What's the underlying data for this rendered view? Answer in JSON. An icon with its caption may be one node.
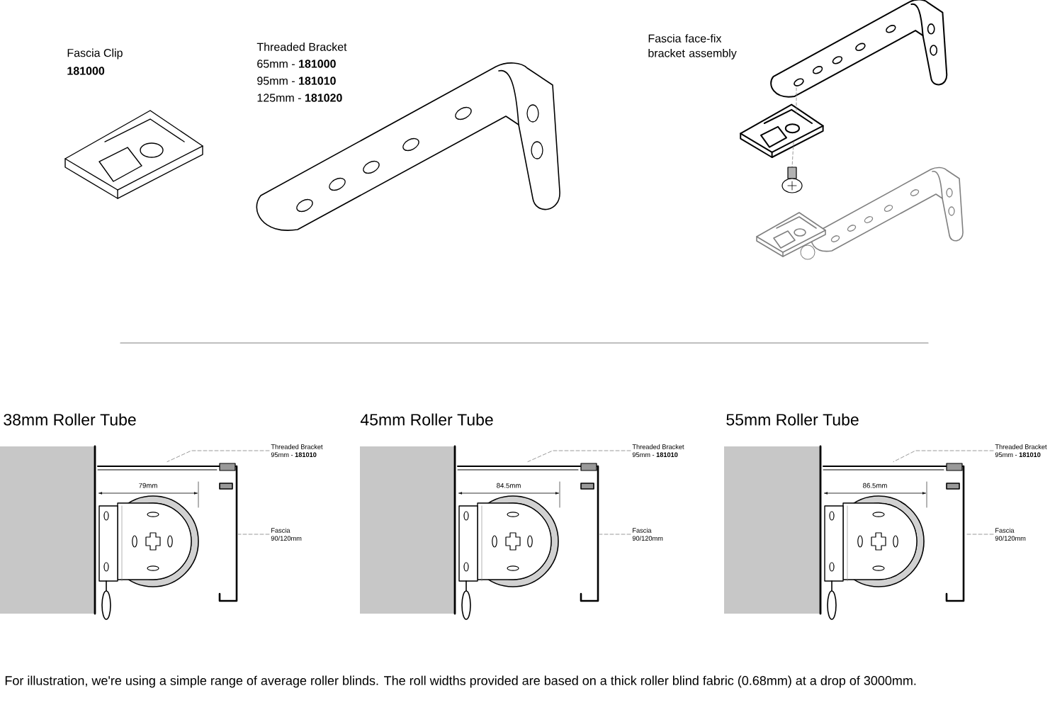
{
  "diagram": {
    "nodes": [
      {
        "text": [
          "Threaded Bracket",
          "95mm - **181010**"
        ]
      },
      {
        "text": [],
        "shape": "bar"
      },
      {
        "text": [
          "Fascia",
          "90/120mm"
        ]
      },
      {
        "text": [],
        "shape": "bar"
      },
      {
        "text": [
          "Threaded Bracket",
          "95mm - **181010**"
        ]
      },
      {
        "text": [],
        "shape": "bar"
      },
      {
        "text": [
          "Fascia",
          "90/120mm"
        ]
      },
      {
        "text": [],
        "shape": "bar"
      },
      {
        "text": [
          "Threaded Bracket",
          "95mm - **181010**"
        ]
      },
      {
        "text": [],
        "shape": "bar"
      },
      {
        "text": [
          "Fascia",
          "90/120mm"
        ]
      },
      {
        "text": [],
        "shape": "bar"
      }
    ],
    "edges": [
      {
        "from": 0,
        "to": 1,
        "arrow": "none",
        "style": "dashed"
      },
      {
        "from": 2,
        "to": 3,
        "arrow": "none",
        "style": "dashed"
      },
      {
        "from": 4,
        "to": 5,
        "arrow": "none",
        "style": "dashed"
      },
      {
        "from": 6,
        "to": 7,
        "arrow": "none",
        "style": "dashed"
      },
      {
        "from": 8,
        "to": 9,
        "arrow": "none",
        "style": "dashed"
      },
      {
        "from": 10,
        "to": 11,
        "arrow": "none",
        "style": "dashed"
      }
    ],
    "labels": [
      "Fascia Clip",
      "181000",
      "Threaded Bracket",
      "65mm - **181000**",
      "95mm - **181010**",
      "125mm - **181020**",
      "Fascia face-fix bracket assembly",
      "38mm Roller Tube",
      "79mm",
      "45mm Roller Tube",
      "84.5mm",
      "55mm Roller Tube",
      "86.5mm",
      "For illustration, we're using a simple range of average roller blinds. The roll widths provided are based on a thick roller blind fabric (0.68mm) at a drop of 3000mm."
    ]
  }
}
